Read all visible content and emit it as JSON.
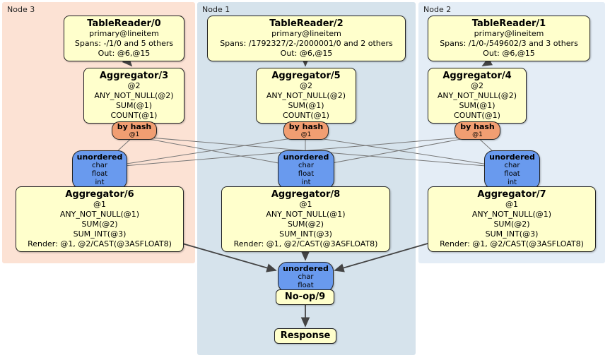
{
  "diagram": {
    "panels": [
      {
        "label": "Node 3"
      },
      {
        "label": "Node 1"
      },
      {
        "label": "Node 2"
      }
    ],
    "nodes": {
      "tr0": {
        "title": "TableReader/0",
        "lines": [
          "primary@lineitem",
          "Spans: -/1/0 and 5 others",
          "Out: @6,@15"
        ]
      },
      "tr2": {
        "title": "TableReader/2",
        "lines": [
          "primary@lineitem",
          "Spans: /1792327/2-/2000001/0 and 2 others",
          "Out: @6,@15"
        ]
      },
      "tr1": {
        "title": "TableReader/1",
        "lines": [
          "primary@lineitem",
          "Spans: /1/0-/549602/3 and 3 others",
          "Out: @6,@15"
        ]
      },
      "agg3": {
        "title": "Aggregator/3",
        "lines": [
          "@2",
          "ANY_NOT_NULL(@2)",
          "SUM(@1)",
          "COUNT(@1)"
        ]
      },
      "agg5": {
        "title": "Aggregator/5",
        "lines": [
          "@2",
          "ANY_NOT_NULL(@2)",
          "SUM(@1)",
          "COUNT(@1)"
        ]
      },
      "agg4": {
        "title": "Aggregator/4",
        "lines": [
          "@2",
          "ANY_NOT_NULL(@2)",
          "SUM(@1)",
          "COUNT(@1)"
        ]
      },
      "agg6": {
        "title": "Aggregator/6",
        "lines": [
          "@1",
          "ANY_NOT_NULL(@1)",
          "SUM(@2)",
          "SUM_INT(@3)",
          "Render: @1, @2/CAST(@3ASFLOAT8)"
        ]
      },
      "agg8": {
        "title": "Aggregator/8",
        "lines": [
          "@1",
          "ANY_NOT_NULL(@1)",
          "SUM(@2)",
          "SUM_INT(@3)",
          "Render: @1, @2/CAST(@3ASFLOAT8)"
        ]
      },
      "agg7": {
        "title": "Aggregator/7",
        "lines": [
          "@1",
          "ANY_NOT_NULL(@1)",
          "SUM(@2)",
          "SUM_INT(@3)",
          "Render: @1, @2/CAST(@3ASFLOAT8)"
        ]
      },
      "byhash3": {
        "title": "by hash",
        "sub": "@1"
      },
      "byhash5": {
        "title": "by hash",
        "sub": "@1"
      },
      "byhash4": {
        "title": "by hash",
        "sub": "@1"
      },
      "un3": {
        "title": "unordered",
        "items": [
          "char",
          "float",
          "int"
        ]
      },
      "un1": {
        "title": "unordered",
        "items": [
          "char",
          "float",
          "int"
        ]
      },
      "un2": {
        "title": "unordered",
        "items": [
          "char",
          "float",
          "int"
        ]
      },
      "unOut": {
        "title": "unordered",
        "items": [
          "char",
          "float"
        ]
      },
      "noop": {
        "title": "No-op/9"
      },
      "response": {
        "title": "Response"
      }
    },
    "colors": {
      "panel_node3_bg": "#fce2d4",
      "panel_node1_bg": "#d6e3ec",
      "panel_node2_bg": "#e4edf6",
      "box_bg": "#ffffcc",
      "router_bg": "#f19e72",
      "sync_bg": "#699aee",
      "edge_main": "#444444",
      "edge_thin": "#777777"
    }
  }
}
